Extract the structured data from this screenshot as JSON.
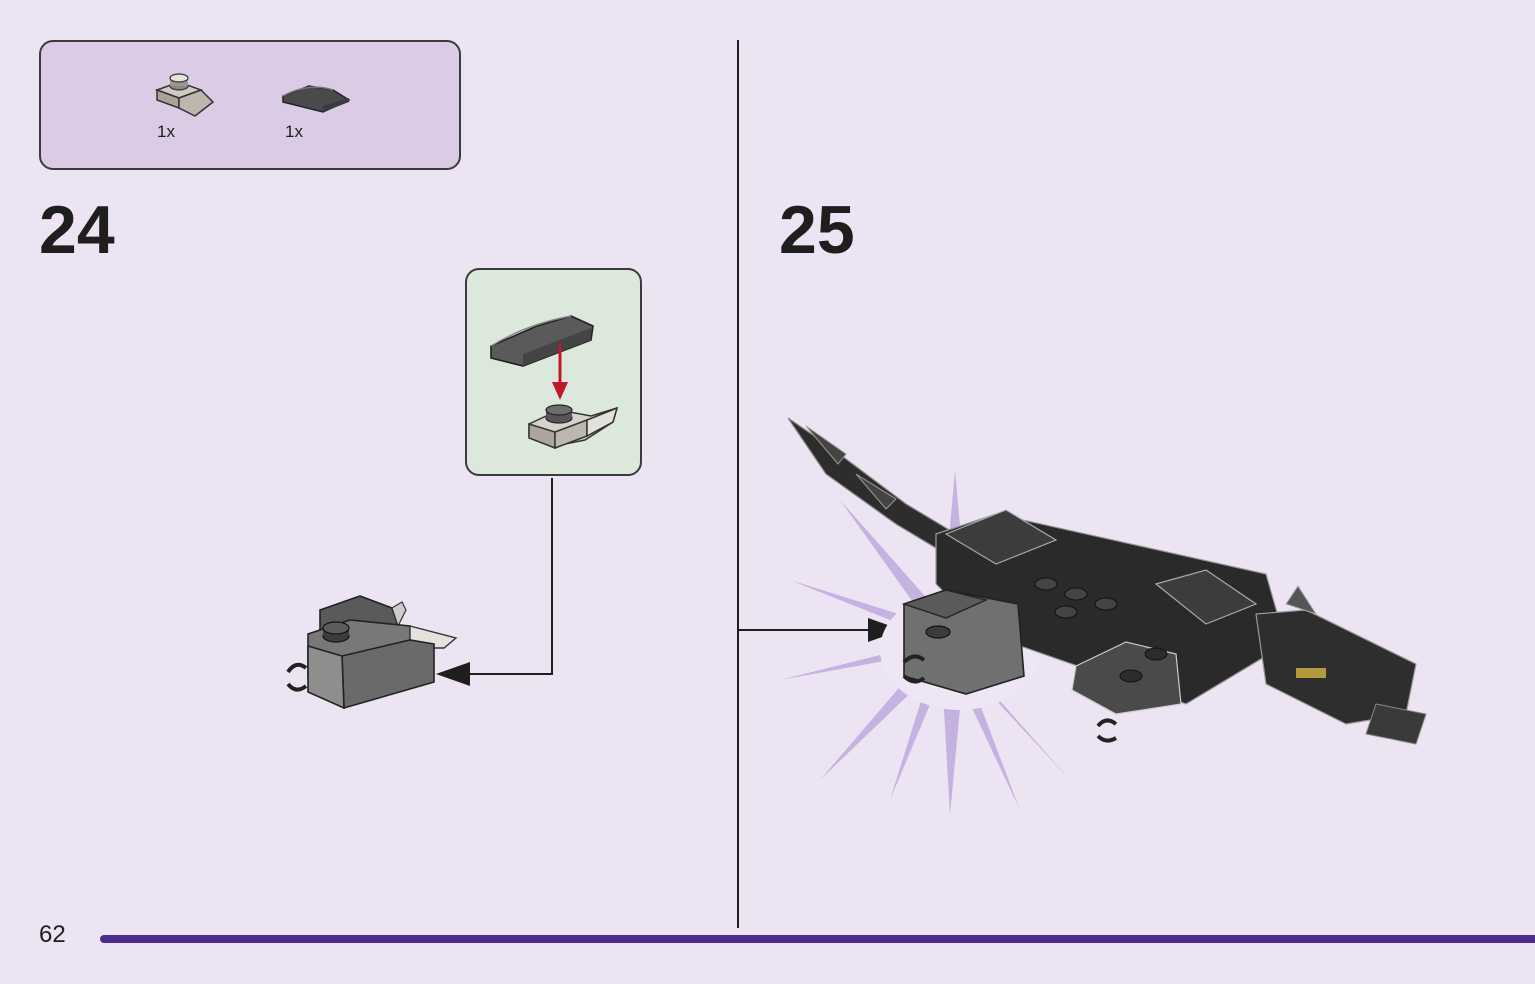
{
  "parts_list": {
    "items": [
      {
        "name": "round-plate-with-nose",
        "quantity": "1x"
      },
      {
        "name": "curved-slope-tile",
        "quantity": "1x"
      }
    ]
  },
  "steps": [
    {
      "number": "24"
    },
    {
      "number": "25"
    }
  ],
  "page": {
    "number": "62"
  },
  "colors": {
    "page_background": "#ece4f2",
    "parts_box": "#dccbe5",
    "subassembly_box": "#dde8dc",
    "accent_bar": "#4f2d8c",
    "arrow_red": "#c0172a",
    "glow": "#b9a2dc"
  }
}
